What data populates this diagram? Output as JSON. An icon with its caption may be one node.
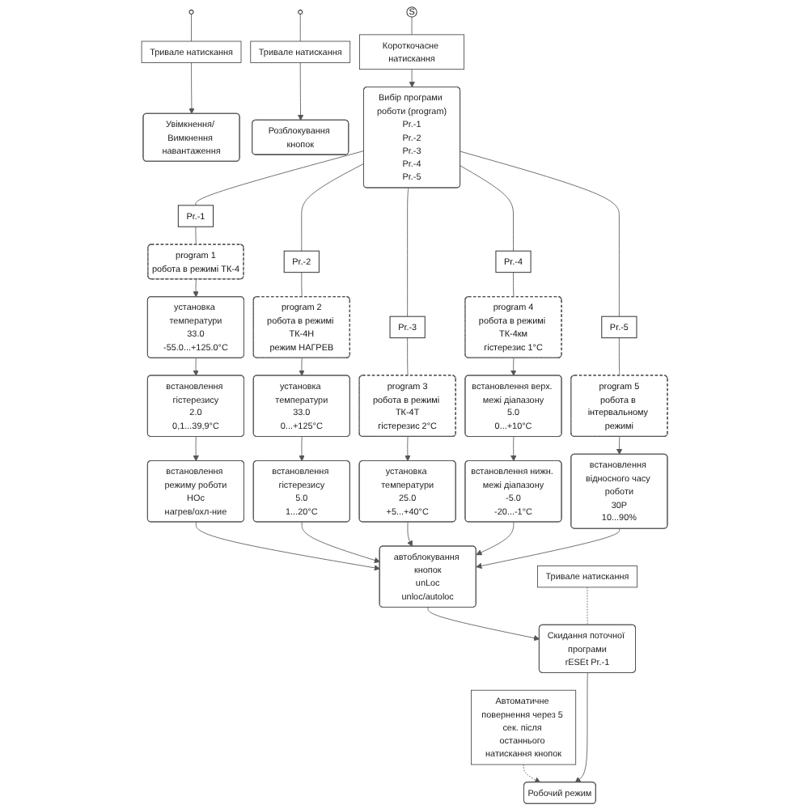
{
  "diagram": {
    "nodes": [
      {
        "text": [
          "Робочий режим"
        ]
      },
      {
        "text": [
          "Автоматичне повернення через 5 сек. після останнього натискання кнопок"
        ]
      },
      {
        "text": [
          "Увімкнення/ Вимкнення навантаження"
        ]
      },
      {
        "text": [
          "Тривале натискання"
        ]
      },
      {
        "text": [],
        "shape": "circle"
      },
      {
        "text": [
          "S"
        ]
      },
      {
        "text": [],
        "shape": "circle"
      },
      {
        "text": [
          "Тривале натискання"
        ]
      },
      {
        "text": [
          "Розблокування кнопок"
        ]
      },
      {
        "text": [
          "Короткочасне натискання"
        ]
      },
      {
        "text": [
          "Вибір програми роботи (program)",
          "Pr.-1",
          "Pr.-2",
          "Pr.-3",
          "Pr.-4",
          "Pr.-5"
        ]
      },
      {
        "text": [
          "Pr.-1"
        ]
      },
      {
        "text": [
          "program 1",
          "робота в режимі ТК-4"
        ]
      },
      {
        "text": [
          "Pr.-2"
        ]
      },
      {
        "text": [
          "program 2",
          "робота в режимі ТК-4Н",
          "режим НАГРЕВ"
        ]
      },
      {
        "text": [
          "Pr.-3"
        ]
      },
      {
        "text": [
          "program 3",
          "робота в режимі ТК-4Т",
          "гістерезис 2°C"
        ]
      },
      {
        "text": [
          "Pr.-4"
        ]
      },
      {
        "text": [
          "program 4",
          "робота в режимі ТК-4км",
          "гістерезис 1°C"
        ]
      },
      {
        "text": [
          "Pr.-5"
        ]
      },
      {
        "text": [
          "program 5",
          "робота в інтервальному режимі"
        ]
      },
      {
        "text": [
          "установка температури",
          "33.0",
          "-55.0...+125.0°C"
        ]
      },
      {
        "text": [
          "встановлення гістерезису",
          "2.0",
          "0,1...39,9°C"
        ]
      },
      {
        "text": [
          "встановлення режиму роботи",
          "HOc",
          "нагрев/охл-ние"
        ]
      },
      {
        "text": [
          "установка температури",
          "33.0",
          "0...+125°C"
        ]
      },
      {
        "text": [
          "встановлення гістерезису",
          "5.0",
          "1...20°C"
        ]
      },
      {
        "text": [
          "установка температури",
          "25.0",
          "+5...+40°C"
        ]
      },
      {
        "text": [
          "встановлення верх. межі діапазону",
          "5.0",
          "0...+10°C"
        ]
      },
      {
        "text": [
          "встановлення нижн. межі діапазону",
          "-5.0",
          "-20...-1°C"
        ]
      },
      {
        "text": [
          "встановлення відносного часу роботи",
          "30P",
          "10...90%"
        ]
      },
      {
        "text": [
          "автоблокування кнопок",
          "unLoc",
          "unloc/autoloc"
        ]
      },
      {
        "text": [
          "Скидання поточної програми",
          "rESEt Pr.-1"
        ]
      },
      {
        "text": [
          "Тривале натискання"
        ]
      }
    ],
    "edges": [
      {
        "from": 1,
        "to": 0,
        "arrow": "to",
        "style": "dashed"
      },
      {
        "from": 4,
        "to": 3,
        "arrow": "none"
      },
      {
        "from": 3,
        "to": 2,
        "arrow": "to"
      },
      {
        "from": 6,
        "to": 7,
        "arrow": "none"
      },
      {
        "from": 7,
        "to": 8,
        "arrow": "to"
      },
      {
        "from": 5,
        "to": 9,
        "arrow": "none"
      },
      {
        "from": 9,
        "to": 10,
        "arrow": "to"
      },
      {
        "from": 10,
        "to": 11,
        "arrow": "none"
      },
      {
        "from": 10,
        "to": 13,
        "arrow": "none"
      },
      {
        "from": 10,
        "to": 15,
        "arrow": "none"
      },
      {
        "from": 10,
        "to": 17,
        "arrow": "none"
      },
      {
        "from": 10,
        "to": 19,
        "arrow": "none"
      },
      {
        "from": 11,
        "to": 12,
        "arrow": "none"
      },
      {
        "from": 13,
        "to": 14,
        "arrow": "none"
      },
      {
        "from": 15,
        "to": 16,
        "arrow": "none"
      },
      {
        "from": 17,
        "to": 18,
        "arrow": "none"
      },
      {
        "from": 19,
        "to": 20,
        "arrow": "none"
      },
      {
        "from": 12,
        "to": 21,
        "arrow": "to"
      },
      {
        "from": 21,
        "to": 22,
        "arrow": "to"
      },
      {
        "from": 22,
        "to": 23,
        "arrow": "to"
      },
      {
        "from": 23,
        "to": 30,
        "arrow": "to"
      },
      {
        "from": 14,
        "to": 24,
        "arrow": "to"
      },
      {
        "from": 24,
        "to": 25,
        "arrow": "to"
      },
      {
        "from": 25,
        "to": 30,
        "arrow": "to"
      },
      {
        "from": 16,
        "to": 26,
        "arrow": "to"
      },
      {
        "from": 26,
        "to": 30,
        "arrow": "to"
      },
      {
        "from": 18,
        "to": 27,
        "arrow": "to"
      },
      {
        "from": 27,
        "to": 28,
        "arrow": "to"
      },
      {
        "from": 28,
        "to": 30,
        "arrow": "to"
      },
      {
        "from": 20,
        "to": 29,
        "arrow": "to"
      },
      {
        "from": 29,
        "to": 30,
        "arrow": "to"
      },
      {
        "from": 30,
        "to": 31,
        "arrow": "to"
      },
      {
        "from": 31,
        "to": 0,
        "arrow": "to"
      },
      {
        "from": 32,
        "to": 31,
        "arrow": "none",
        "style": "dashed"
      }
    ]
  }
}
